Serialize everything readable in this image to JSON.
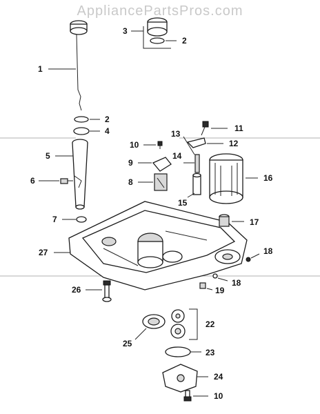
{
  "watermark": "AppliancePartsPros.com",
  "callouts": {
    "c1": "1",
    "c2a": "2",
    "c2b": "2",
    "c3": "3",
    "c4": "4",
    "c5": "5",
    "c6": "6",
    "c7": "7",
    "c8": "8",
    "c9": "9",
    "c10a": "10",
    "c10b": "10",
    "c11": "11",
    "c12": "12",
    "c13": "13",
    "c14": "14",
    "c15": "15",
    "c16": "16",
    "c17": "17",
    "c18a": "18",
    "c18b": "18",
    "c19": "19",
    "c22": "22",
    "c23": "23",
    "c24": "24",
    "c25": "25",
    "c26": "26",
    "c27": "27"
  }
}
